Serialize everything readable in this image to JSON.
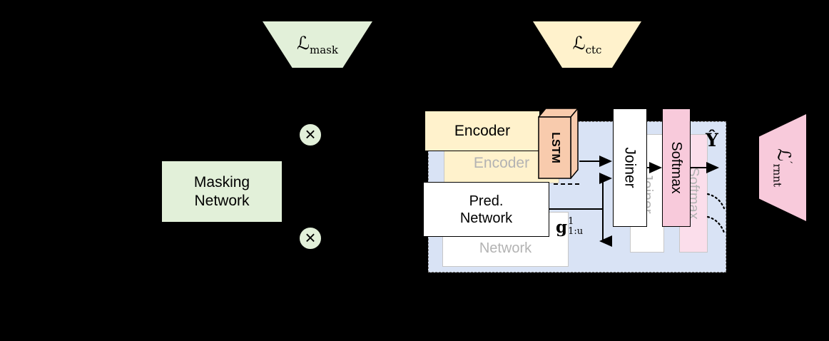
{
  "palette": {
    "green": "#e2f0d9",
    "yellow": "#fff2cc",
    "peach": "#f8cbad",
    "pink": "#f8cadb",
    "pink_light": "#fbdeeb",
    "blue": "#d9e3f5",
    "ghost_gray": "#b3b3b3",
    "ghost_border": "#c7c7c7"
  },
  "losses": {
    "mask": {
      "main": "ℒ",
      "sub": "mask"
    },
    "ctc": {
      "main": "ℒ",
      "sub": "ctc"
    },
    "rnnt": {
      "main": "ℒ",
      "sup": "′",
      "sub": "rnnt"
    }
  },
  "masking_network": {
    "lines": [
      "Masking",
      "Network"
    ]
  },
  "multiply": {
    "symbol": "×"
  },
  "rnnt_module": {
    "encoder": {
      "label": "Encoder"
    },
    "lstm": {
      "label": "LSTM"
    },
    "pred": {
      "lines": [
        "Pred.",
        "Network"
      ]
    },
    "joiner": {
      "label": "Joiner"
    },
    "softmax": {
      "label": "Softmax"
    },
    "ghost": {
      "encoder": "Encoder",
      "pred_lines": [
        "Pred.",
        "Network"
      ],
      "joiner": "Joiner",
      "softmax": "Softmax"
    }
  },
  "labels": {
    "g": {
      "main": "g",
      "sup": "1",
      "sub": "1:u"
    },
    "y_hat": "Ŷ"
  }
}
